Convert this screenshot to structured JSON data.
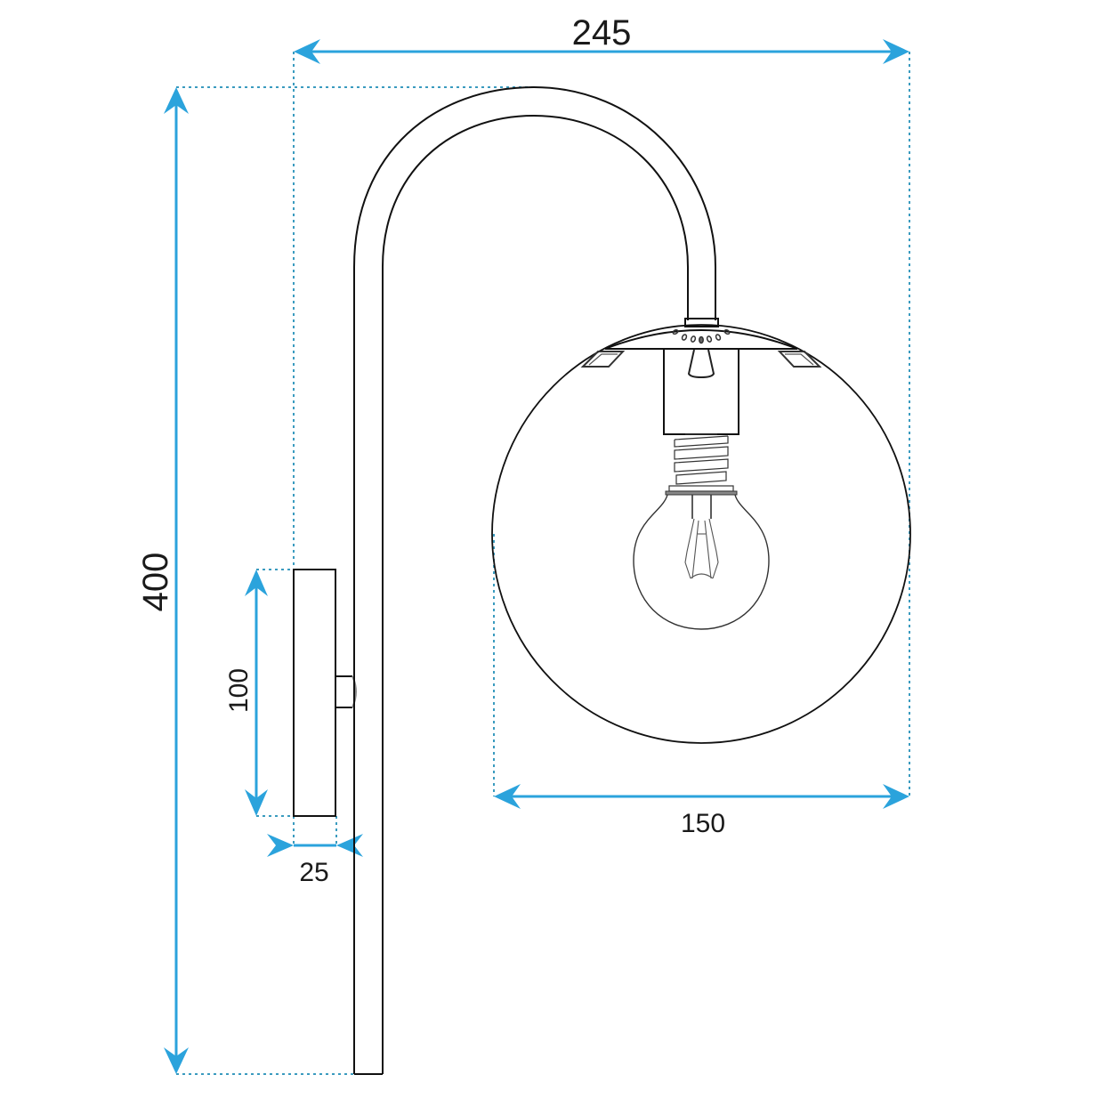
{
  "diagram": {
    "subject": "Wall lamp (sconce) dimension drawing",
    "units": "mm",
    "accent_color": "#2ba3dc",
    "line_color": "#111111",
    "dimensions": {
      "total_width": {
        "label": "245",
        "orientation": "horizontal",
        "position": "top"
      },
      "total_height": {
        "label": "400",
        "orientation": "vertical",
        "position": "left"
      },
      "globe_diameter": {
        "label": "150",
        "orientation": "horizontal",
        "position": "bottom-right"
      },
      "wall_plate_height": {
        "label": "100",
        "orientation": "vertical",
        "position": "wall-plate-left"
      },
      "wall_plate_depth": {
        "label": "25",
        "orientation": "horizontal",
        "position": "wall-plate-bottom"
      }
    },
    "components": [
      {
        "name": "wall-plate",
        "label": "Wall mounting plate"
      },
      {
        "name": "arm-tube",
        "label": "Curved arm (gooseneck)"
      },
      {
        "name": "canopy",
        "label": "Shade cap"
      },
      {
        "name": "socket",
        "label": "Lamp socket"
      },
      {
        "name": "bulb",
        "label": "Globe bulb with filament"
      },
      {
        "name": "glass-globe",
        "label": "Glass sphere shade"
      }
    ]
  }
}
